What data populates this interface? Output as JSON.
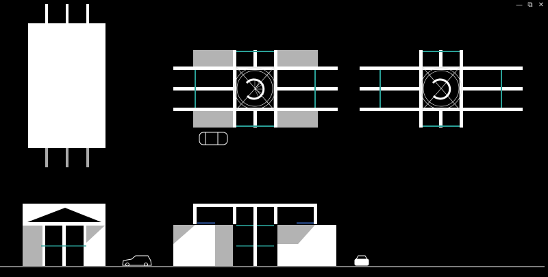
{
  "window": {
    "controls": {
      "minimize": "—",
      "restore": "⧉",
      "close": "✕"
    }
  },
  "colors": {
    "background": "#000000",
    "wall": "#ffffff",
    "shade": "#b3b3b3",
    "glass": "#2aa198",
    "blue_glass": "#1f3a6b",
    "ground": "#8a8a8a"
  },
  "drawing": {
    "views": [
      "site-plan",
      "floor-plan-1",
      "floor-plan-2",
      "side-elevation",
      "front-elevation"
    ]
  }
}
